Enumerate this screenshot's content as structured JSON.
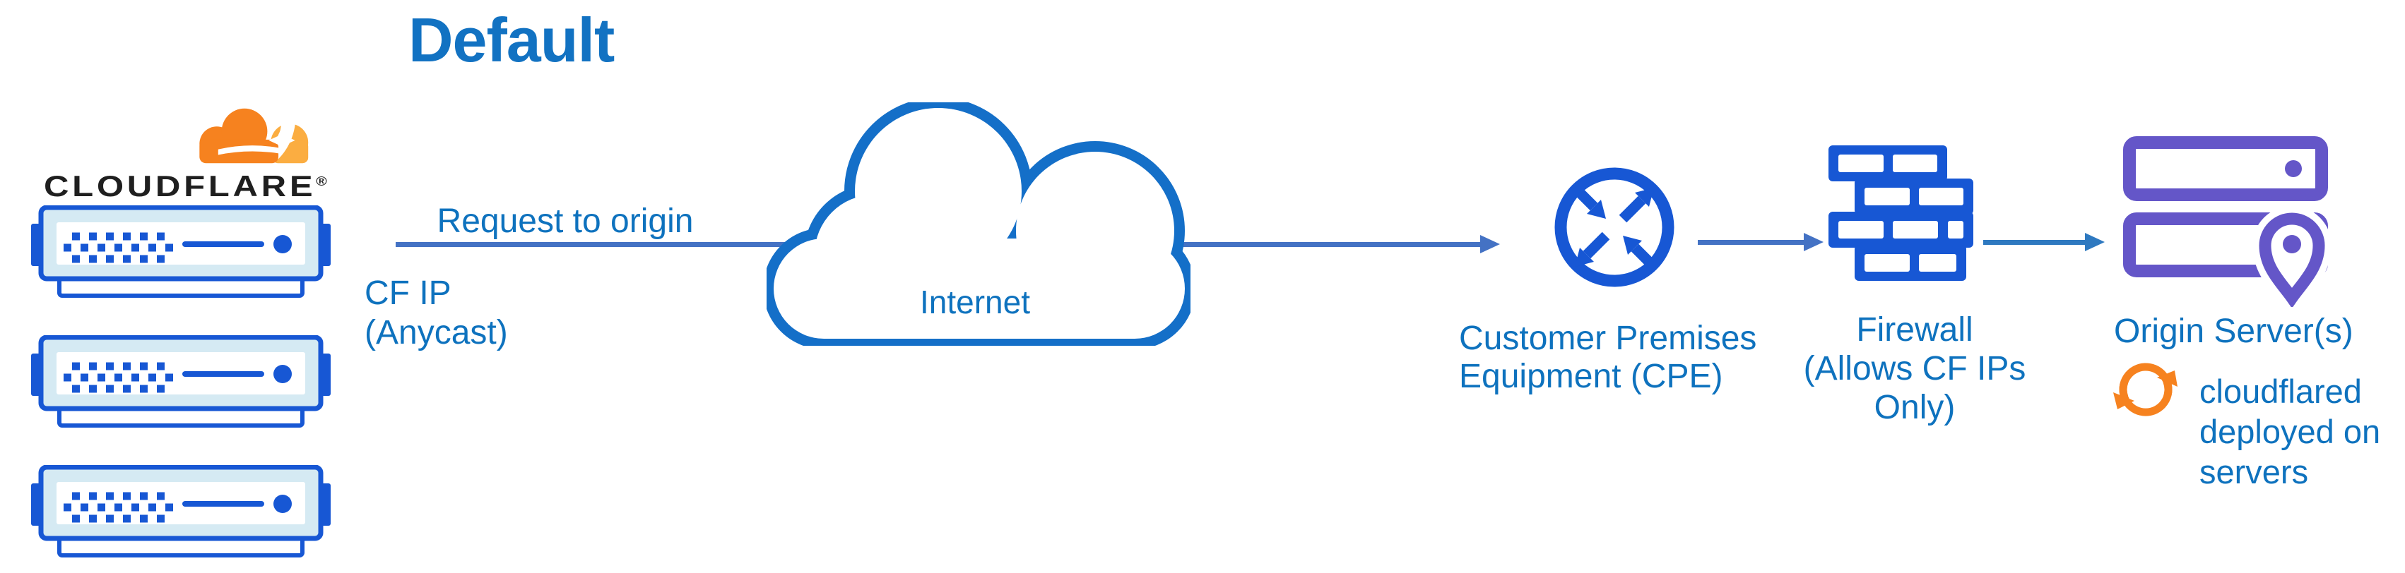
{
  "title": "Default",
  "brand": {
    "name": "CLOUDFLARE",
    "mark": "®"
  },
  "edge": {
    "request_label": "Request to origin",
    "ip_line1": "CF IP",
    "ip_line2": "(Anycast)"
  },
  "internet": {
    "label": "Internet"
  },
  "cpe": {
    "line1": "Customer Premises",
    "line2": "Equipment (CPE)"
  },
  "firewall": {
    "line1": "Firewall",
    "line2": "(Allows CF IPs Only)"
  },
  "origin": {
    "label": "Origin Server(s)",
    "note": "cloudflared deployed on servers"
  },
  "icons": [
    "cloudflare-logo-icon",
    "edge-server-icon",
    "internet-cloud-icon",
    "cpe-exchange-icon",
    "firewall-brick-icon",
    "origin-servers-icon",
    "location-pin-icon",
    "sync-arrows-icon",
    "flow-arrow-icon"
  ],
  "colors": {
    "label_blue": "#0E72BE",
    "title_blue": "#1272C2",
    "icon_blue": "#1757D4",
    "cloud_stroke": "#146FC8",
    "arrow_slate": "#4472C4",
    "arrow_bright": "#2E79C0",
    "server_fill": "#D5EAF3",
    "origin_purple": "#6456C8",
    "cf_orange": "#F6821F",
    "cf_orange_light": "#FBAD41",
    "logo_text": "#1F1F1F"
  }
}
